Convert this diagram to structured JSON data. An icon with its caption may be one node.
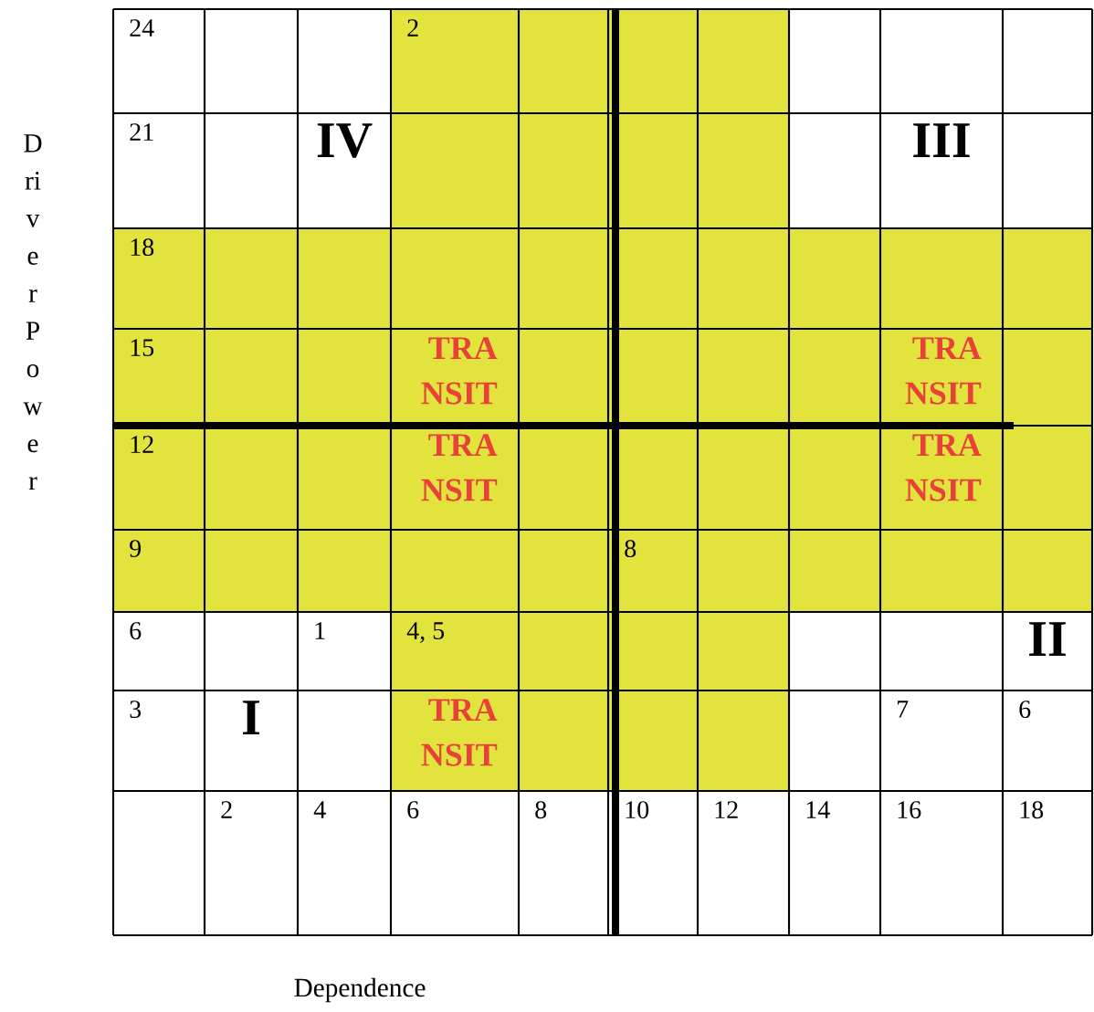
{
  "diagram": {
    "labels": [
      "24",
      "2",
      "21",
      "IV",
      "III",
      "18",
      "15",
      "TRA NSIT",
      "TRA NSIT",
      "12",
      "TRA NSIT",
      "TRA NSIT",
      "9",
      "8",
      "6",
      "1",
      "4, 5",
      "II",
      "3",
      "I",
      "TRA NSIT",
      "7",
      "6",
      "2",
      "4",
      "6",
      "8",
      "10",
      "12",
      "14",
      "16",
      "18",
      "Driver Power",
      "Dependence"
    ]
  }
}
